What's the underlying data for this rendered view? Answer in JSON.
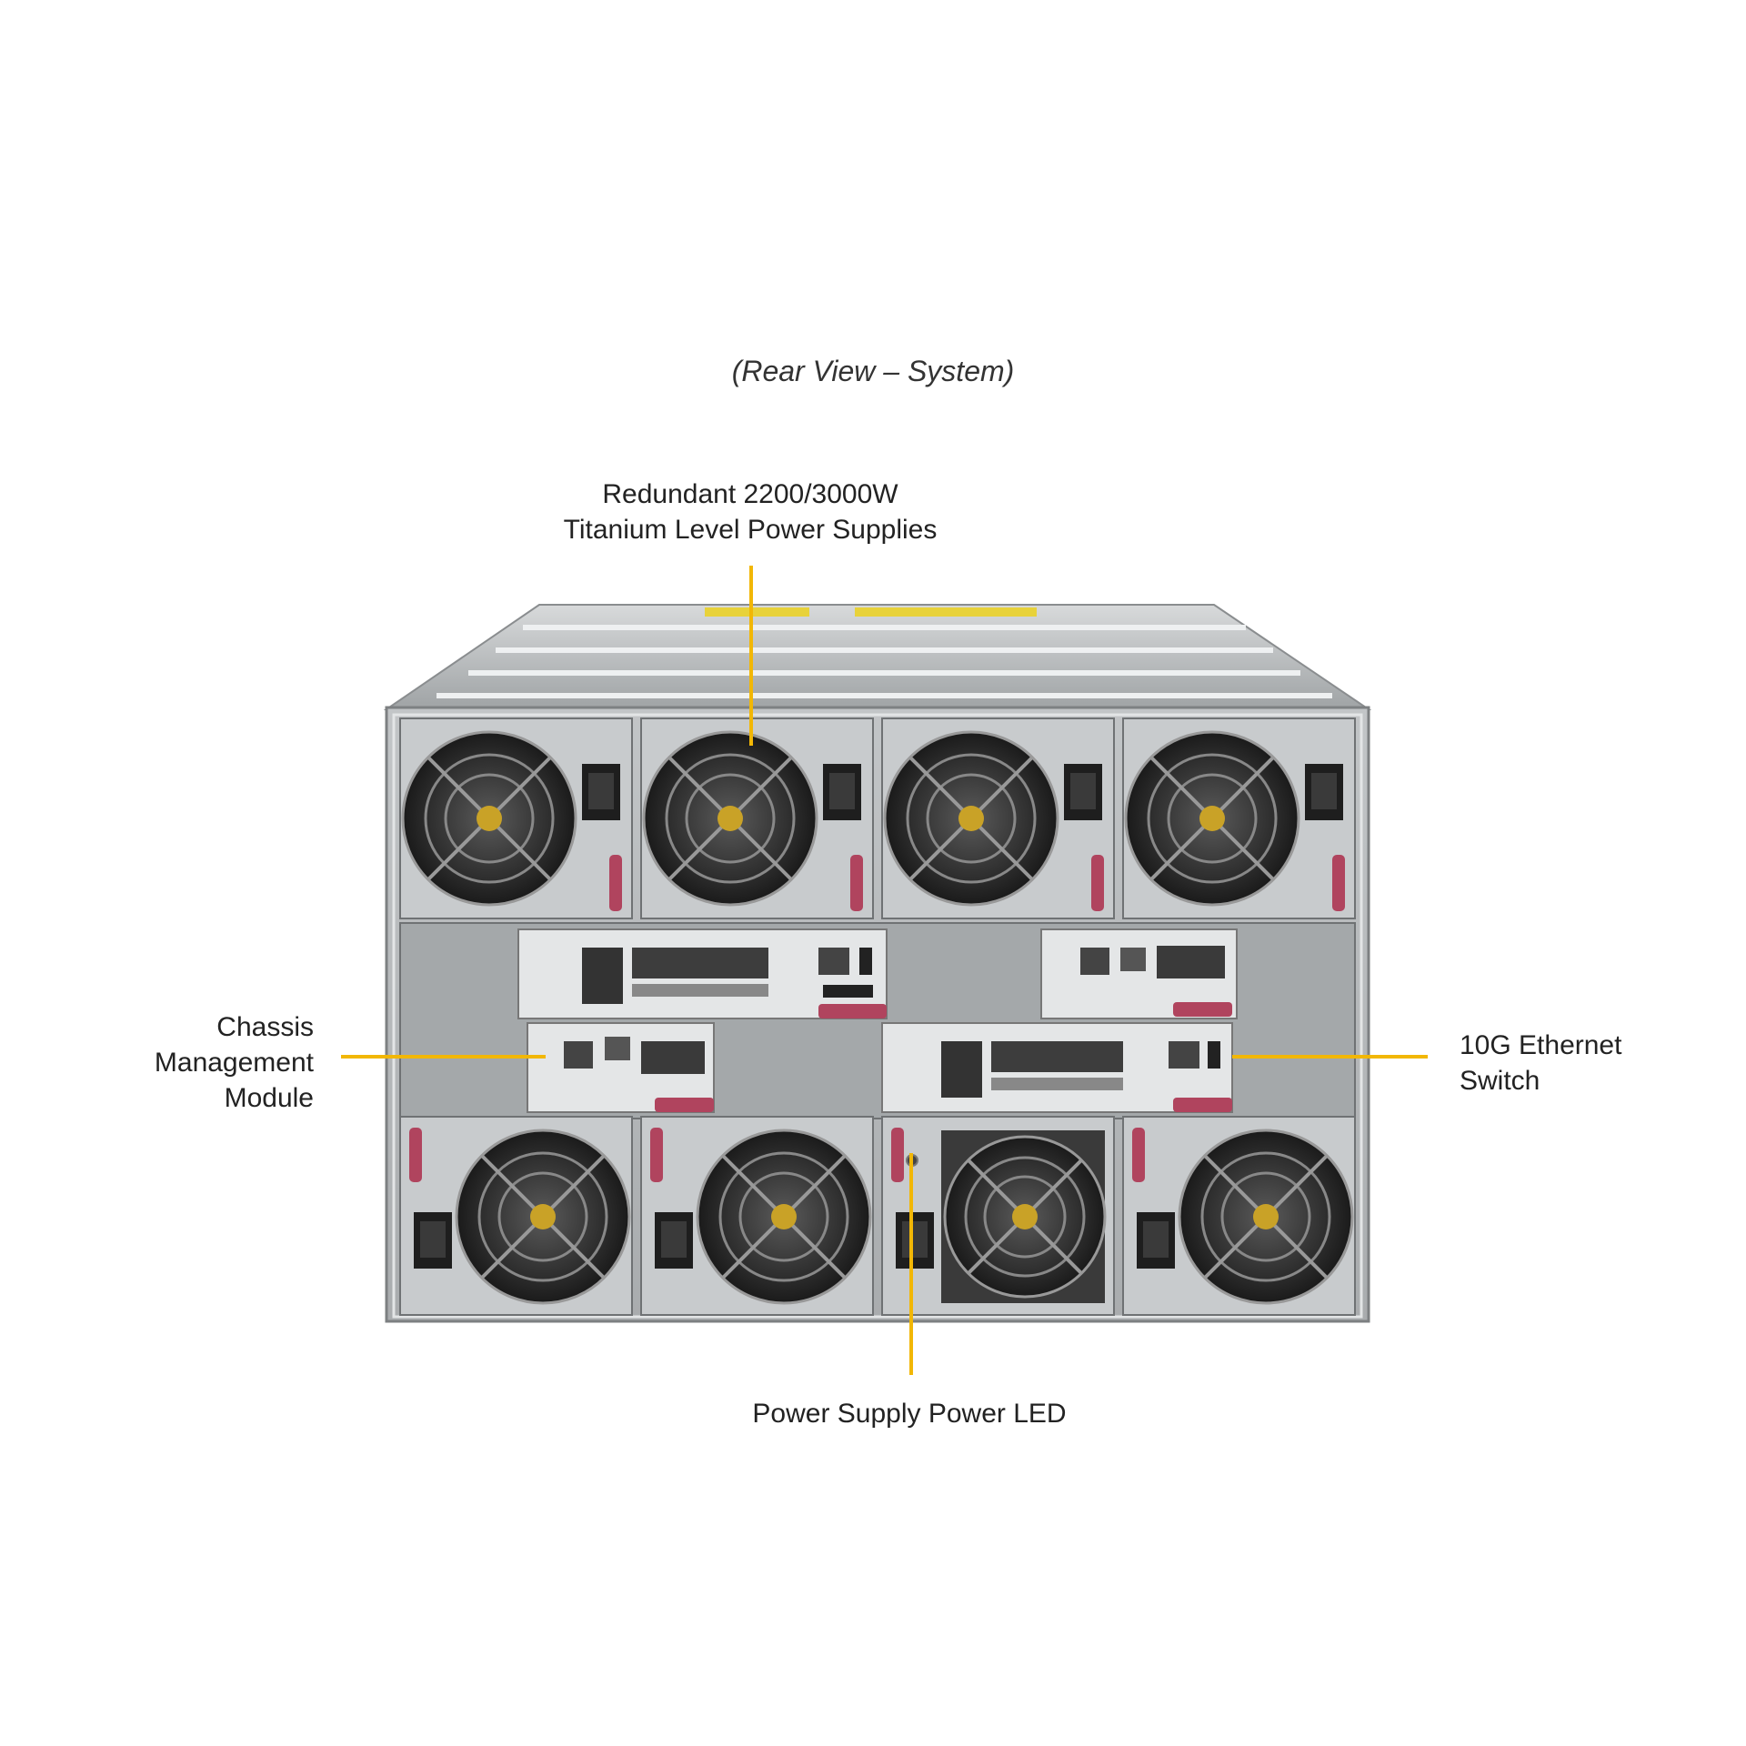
{
  "caption": "(Rear View – System)",
  "callouts": {
    "psu": {
      "line1": "Redundant 2200/3000W",
      "line2": "Titanium Level Power Supplies"
    },
    "cmm": {
      "line1": "Chassis",
      "line2": "Management",
      "line3": "Module"
    },
    "switch": {
      "line1": "10G Ethernet",
      "line2": "Switch"
    },
    "led": {
      "line1": "Power Supply Power LED"
    }
  },
  "colors": {
    "callout_line": "#f2b705",
    "chassis_metal": "#b9bcbe",
    "module_panel": "#e4e6e7",
    "handle": "#b0445e",
    "fan_dark": "#2b2b2b",
    "fan_hub": "#c9a227"
  }
}
